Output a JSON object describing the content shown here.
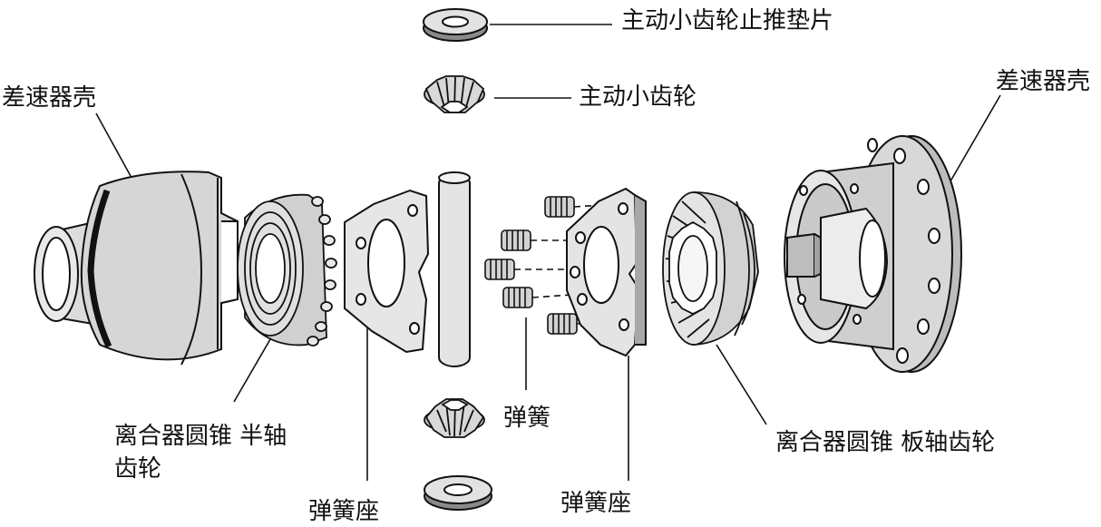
{
  "labels": {
    "thrust_washer": "主动小齿轮止推垫片",
    "pinion": "主动小齿轮",
    "case_left": "差速器壳",
    "case_right": "差速器壳",
    "cone_half_shaft_gear_line1": "离合器圆锥  半轴",
    "cone_half_shaft_gear_line2": "齿轮",
    "spring": "弹簧",
    "spring_seat_left": "弹簧座",
    "spring_seat_right": "弹簧座",
    "cone_plate_gear": "离合器圆锥  板轴齿轮"
  },
  "colors": {
    "ink": "#111111",
    "part_light": "#e2e2e2",
    "part_mid": "#c4c4c4",
    "part_dark": "#8a8a8a"
  }
}
